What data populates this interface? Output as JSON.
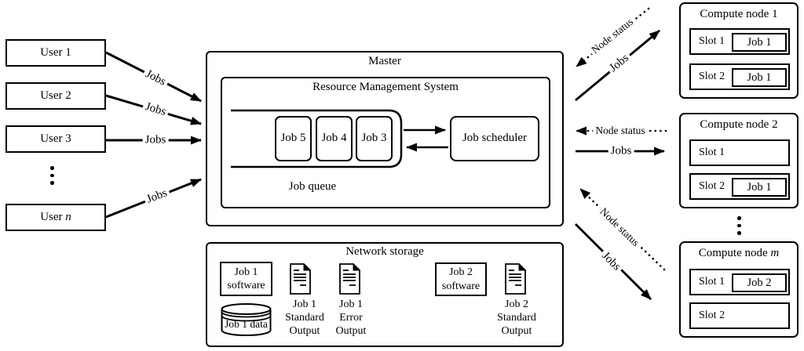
{
  "users": [
    {
      "prefix": "User ",
      "var": "1"
    },
    {
      "prefix": "User ",
      "var": "2"
    },
    {
      "prefix": "User ",
      "var": "3"
    },
    {
      "prefix": "User ",
      "var": "n"
    }
  ],
  "labels": {
    "jobs": "Jobs",
    "node_status": "Node status"
  },
  "master": {
    "title": "Master",
    "rms_title": "Resource Management System",
    "queue_label": "Job queue",
    "queue_jobs": [
      "Job 5",
      "Job 4",
      "Job 3"
    ],
    "scheduler_label": "Job scheduler"
  },
  "storage": {
    "title": "Network storage",
    "job1_software": {
      "l1": "Job 1",
      "l2": "software"
    },
    "job1_data": "Job 1 data",
    "job1_stdout": {
      "l1": "Job 1",
      "l2": "Standard",
      "l3": "Output"
    },
    "job1_stderr": {
      "l1": "Job 1",
      "l2": "Error",
      "l3": "Output"
    },
    "job2_software": {
      "l1": "Job 2",
      "l2": "software"
    },
    "job2_stdout": {
      "l1": "Job 2",
      "l2": "Standard",
      "l3": "Output"
    }
  },
  "nodes": [
    {
      "prefix": "Compute node ",
      "var": "1",
      "slot1_label": "Slot 1",
      "slot1_job": "Job 1",
      "slot2_label": "Slot 2",
      "slot2_job": "Job 1"
    },
    {
      "prefix": "Compute node ",
      "var": "2",
      "slot1_label": "Slot 1",
      "slot2_label": "Slot 2",
      "slot2_job": "Job 1"
    },
    {
      "prefix": "Compute node ",
      "var": "m",
      "slot1_label": "Slot 1",
      "slot1_job": "Job 2",
      "slot2_label": "Slot 2"
    }
  ]
}
